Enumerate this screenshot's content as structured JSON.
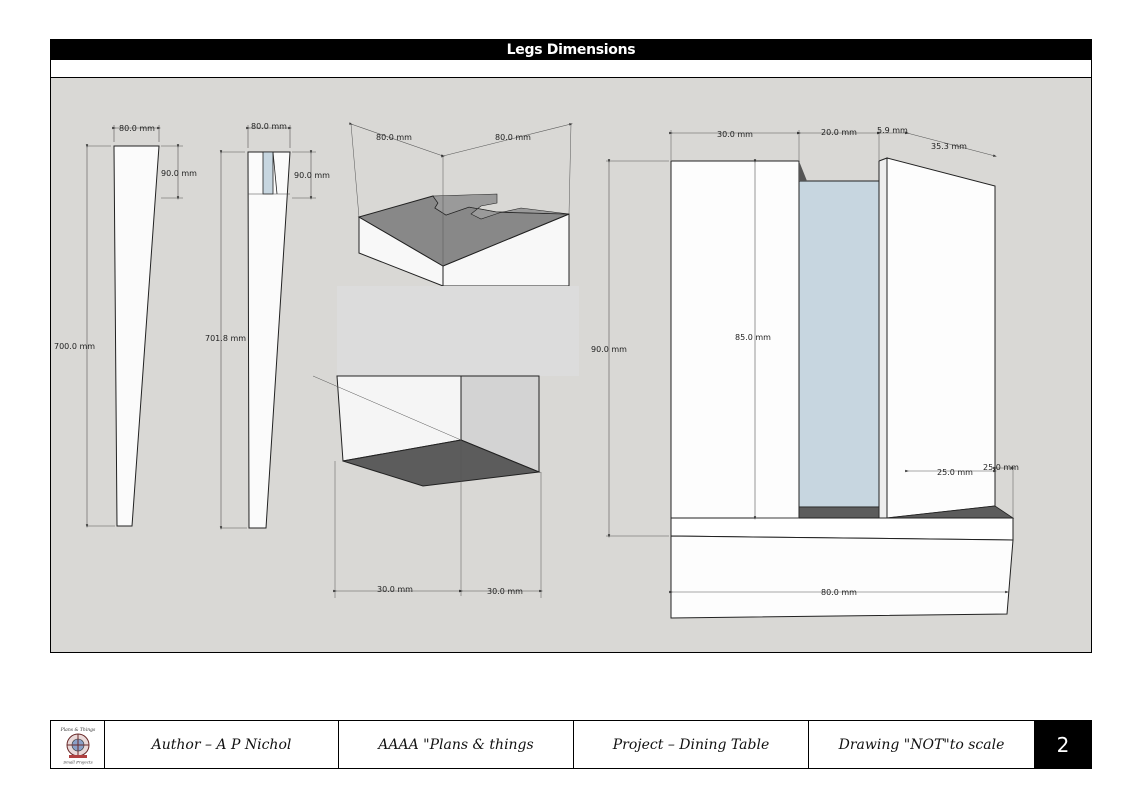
{
  "header": {
    "title": "Legs Dimensions"
  },
  "dimensions": {
    "leg1_top": "80.0 mm",
    "leg1_slot": "90.0 mm",
    "leg1_height": "700.0 mm",
    "leg2_top": "80.0 mm",
    "leg2_slot": "90.0 mm",
    "leg2_height": "701.8 mm",
    "corner_left": "80.0 mm",
    "corner_right": "80.0 mm",
    "bottom_left": "30.0 mm",
    "bottom_right": "30.0 mm",
    "detail_top_a": "30.0 mm",
    "detail_top_b": "20.0 mm",
    "detail_top_c": "5.9 mm",
    "detail_top_d": "35.3 mm",
    "detail_height_outer": "90.0 mm",
    "detail_height_inner": "85.0 mm",
    "detail_inner_a": "25.0 mm",
    "detail_inner_b": "25.0 mm",
    "detail_width": "80.0 mm"
  },
  "footer": {
    "author": "Author – A P Nichol",
    "company": "AAAA \"Plans & things",
    "project": "Project – Dining Table",
    "scale_note": "Drawing \"NOT\"to scale",
    "page_number": "2",
    "logo_text_top": "Plans & Things",
    "logo_text_bottom": "Small Projects"
  },
  "colors": {
    "canvas": "#d9d8d5",
    "slot_fill": "#c7d6e0",
    "shadow": "#555555"
  }
}
